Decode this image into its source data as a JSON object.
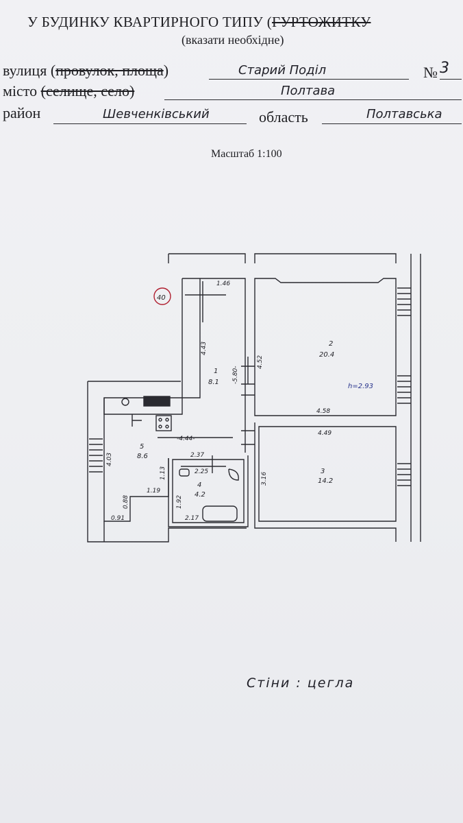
{
  "header": {
    "title_main": "У БУДИНКУ КВАРТИРНОГО ТИПУ (",
    "title_struck": "ГУРТОЖИТКУ",
    "subtitle": "(вказати необхідне)"
  },
  "address": {
    "street_label": "вулиця (",
    "street_struck": "провулок, площа",
    "street_close": ")",
    "street_value": "Старий Поділ",
    "number_label": "№",
    "number_value": "3",
    "city_label": "місто ",
    "city_struck": "(селище, село)",
    "city_value": "Полтава",
    "district_label": "район",
    "district_value": "Шевченківський",
    "region_label": "область",
    "region_value": "Полтавська"
  },
  "scale": "Масштаб 1:100",
  "plan": {
    "marker": "40",
    "rooms": [
      {
        "number": "1",
        "area": "8.1"
      },
      {
        "number": "2",
        "area": "20.4"
      },
      {
        "number": "3",
        "area": "14.2"
      },
      {
        "number": "4",
        "area": "4.2"
      },
      {
        "number": "5",
        "area": "8.6"
      }
    ],
    "height": "h=2.93",
    "dimensions": {
      "d146": "1.46",
      "d443": "4.43",
      "d580": "-5.80-",
      "d452": "4.52",
      "d458": "4.58",
      "d449": "4.49",
      "d444": "-4.44-",
      "d403": "4.03",
      "d237": "2.37",
      "d225": "2.25",
      "d113": "1.13",
      "d316": "3.16",
      "d119": "1.19",
      "d192": "1.92",
      "d088": "0.88",
      "d091": "0.91",
      "d217": "2.17"
    }
  },
  "footer": {
    "walls": "Стіни : цегла"
  }
}
